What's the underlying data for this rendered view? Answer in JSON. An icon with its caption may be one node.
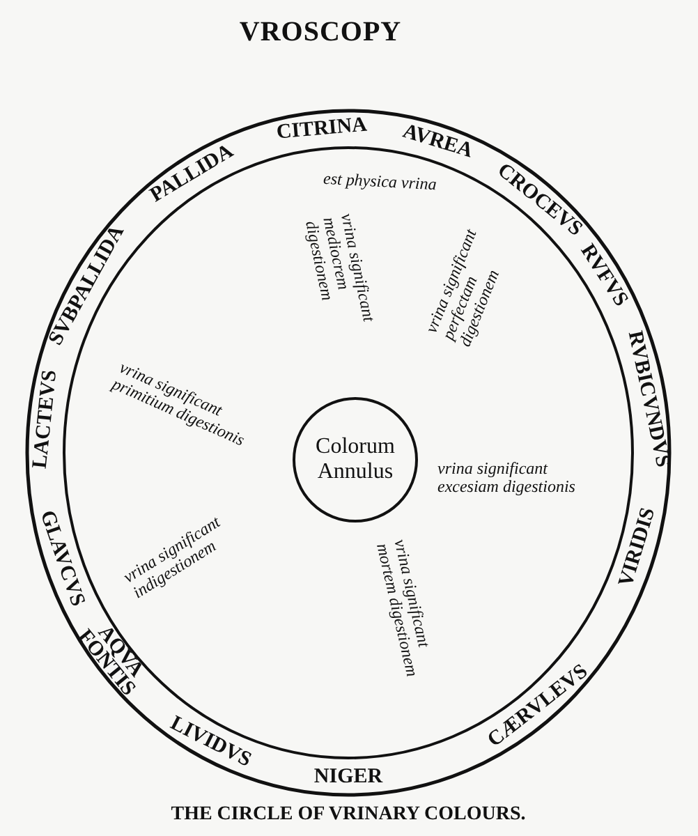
{
  "diagram": {
    "title": "VROSCOPY",
    "caption": "THE CIRCLE OF VRINARY COLOURS.",
    "nodes": [
      {
        "text": [
          "PALLIDA",
          "CITRINA",
          "AVREA",
          "CROCEVS",
          "RVFVS",
          "RVBICVNDVS",
          "VIRIDIS",
          "CÆRVLEVS",
          "NIGER",
          "LIVIDVS",
          "AQVA FONTIS",
          "GLAVCVS",
          "LACTEVS",
          "SVBPALLIDA"
        ]
      },
      {
        "text": [
          "Colorum Annulus"
        ],
        "in": 0
      }
    ],
    "labels": [
      "est physica vrina",
      "vrina significant mediocrem digestionem",
      "vrina significant perfectam digestionem",
      "vrina significant primitium digestionis",
      "vrina significant excesiam digestionis",
      "vrina significant indigestionem",
      "vrina significant mortem digestionem"
    ]
  }
}
